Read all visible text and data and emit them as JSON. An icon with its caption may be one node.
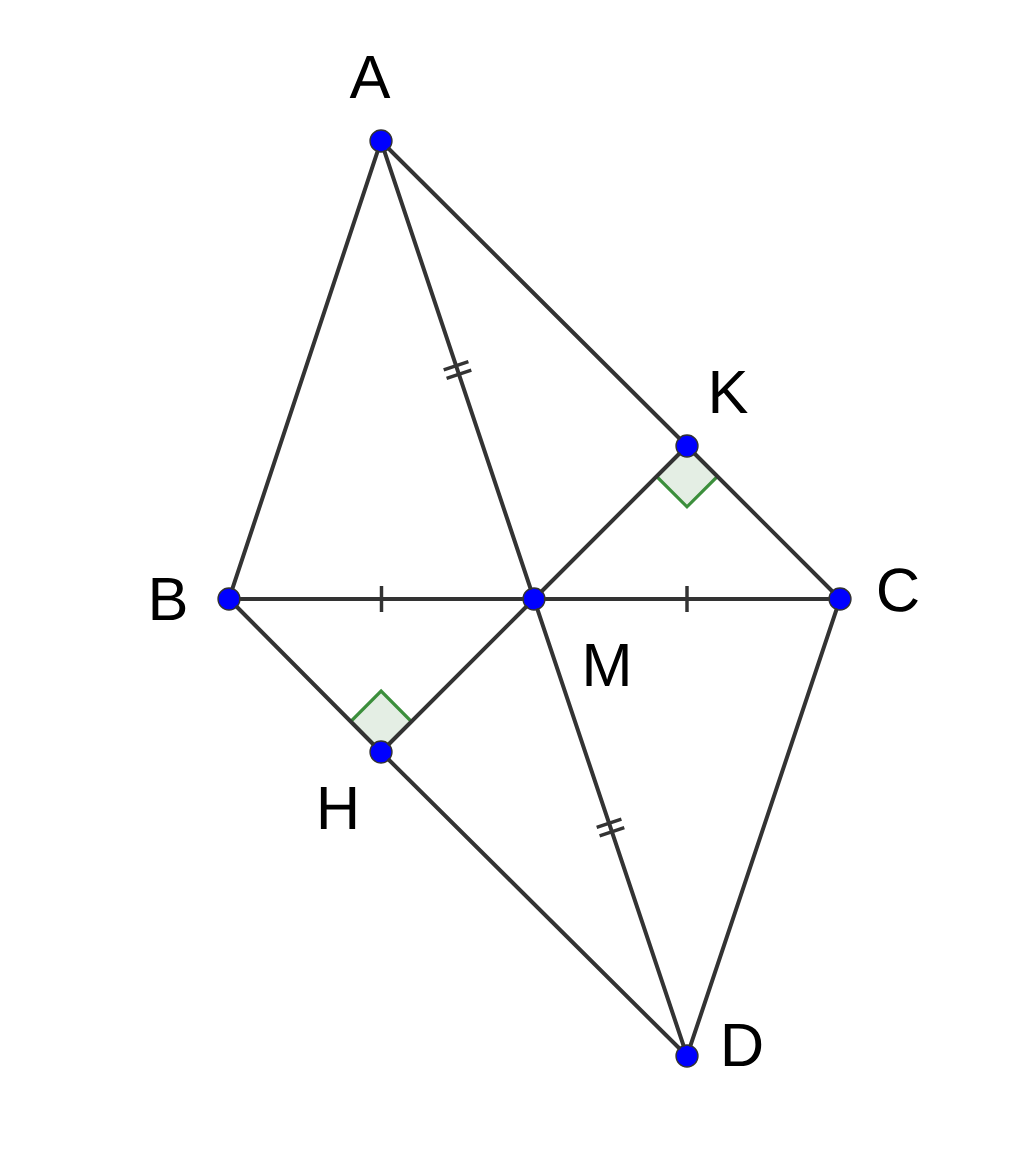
{
  "diagram": {
    "nodes": [
      {
        "text": [
          "A"
        ]
      },
      {
        "text": [
          "K"
        ]
      },
      {
        "text": [
          "B"
        ]
      },
      {
        "text": [
          "C"
        ]
      },
      {
        "text": [
          "M"
        ]
      },
      {
        "text": [
          "H"
        ]
      },
      {
        "text": [
          "D"
        ]
      }
    ],
    "edges": [
      {
        "from": 0,
        "to": 2,
        "arrow": "none"
      },
      {
        "from": 0,
        "to": 1,
        "arrow": "none"
      },
      {
        "from": 1,
        "to": 3,
        "arrow": "none"
      },
      {
        "from": 0,
        "to": 4,
        "arrow": "none"
      },
      {
        "from": 4,
        "to": 6,
        "arrow": "none"
      },
      {
        "from": 2,
        "to": 4,
        "arrow": "none"
      },
      {
        "from": 4,
        "to": 3,
        "arrow": "none"
      },
      {
        "from": 2,
        "to": 5,
        "arrow": "none"
      },
      {
        "from": 5,
        "to": 6,
        "arrow": "none"
      },
      {
        "from": 4,
        "to": 5,
        "arrow": "none"
      },
      {
        "from": 4,
        "to": 1,
        "arrow": "none"
      },
      {
        "from": 3,
        "to": 6,
        "arrow": "none"
      }
    ]
  }
}
